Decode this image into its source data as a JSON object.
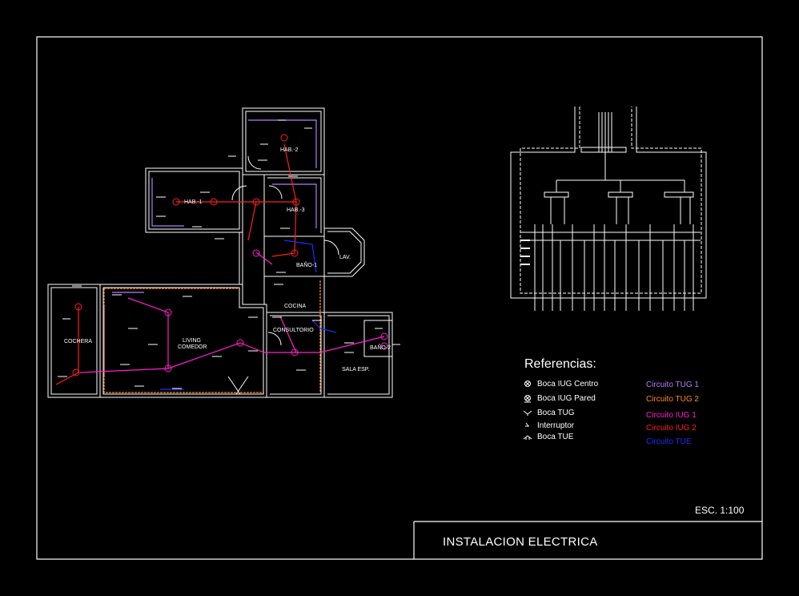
{
  "drawing": {
    "title": "INSTALACION ELECTRICA",
    "scale": "ESC. 1:100"
  },
  "rooms": {
    "hab2": "HAB.-2",
    "hab1": "HAB.-1",
    "hab3": "HAB.-3",
    "bano1": "BAÑO-1",
    "lav": "LAV.",
    "cochera": "COCHERA",
    "living": "LIVING",
    "comedor": "COMEDOR",
    "cocina": "COCINA",
    "consultorio": "CONSULTORIO",
    "bano2": "BAÑO-2",
    "sala_esp": "SALA ESP."
  },
  "references": {
    "title": "Referencias:",
    "symbols": [
      {
        "label": "Boca IUG Centro",
        "icon": "iug-centro-icon"
      },
      {
        "label": "Boca IUG Pared",
        "icon": "iug-pared-icon"
      },
      {
        "label": "Boca TUG",
        "icon": "tug-outlet-icon"
      },
      {
        "label": "Interruptor",
        "icon": "switch-icon"
      },
      {
        "label": "Boca TUE",
        "icon": "tue-outlet-icon"
      }
    ],
    "circuits": [
      {
        "label": "Circuito TUG 1",
        "color": "#b07cff"
      },
      {
        "label": "Circuito TUG 2",
        "color": "#ff8a1e"
      },
      {
        "label": "Circuito IUG 1",
        "color": "#ff1fc8"
      },
      {
        "label": "Circuito IUG 2",
        "color": "#ff1f1f"
      },
      {
        "label": "Circuito TUE",
        "color": "#1e2cff"
      }
    ]
  },
  "colors": {
    "wall": "#ffffff",
    "tug1": "#b07cff",
    "tug2": "#ff8a1e",
    "iug1": "#ff1fc8",
    "iug2": "#ff1f1f",
    "tue": "#1e2cff"
  }
}
